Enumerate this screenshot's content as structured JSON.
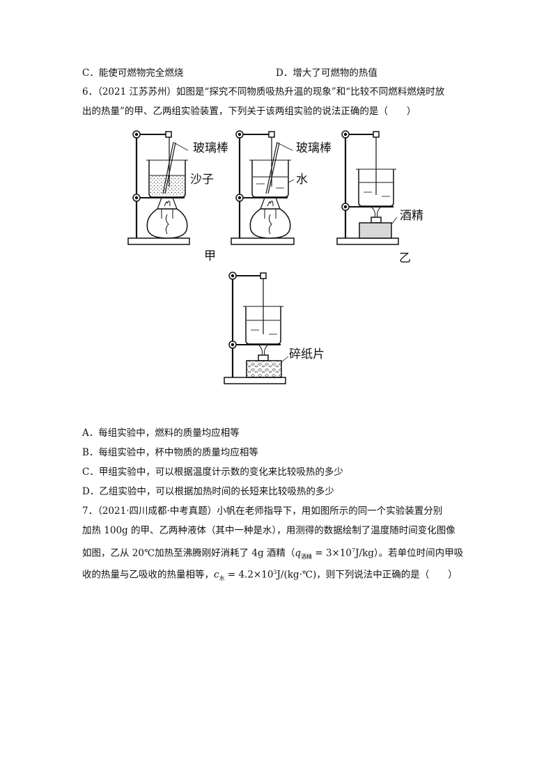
{
  "q5_options": {
    "C": "C．能使可燃物完全燃烧",
    "D": "D．增大了可燃物的热值"
  },
  "q6": {
    "line1": "6．（2021 江苏苏州）如图是“探究不同物质吸热升温的现象”和“比较不同燃料燃烧时放",
    "line2": "出的热量”的甲、乙两组实验装置，下列关于该两组实验的说法正确的是（　　）",
    "figure_labels": {
      "glass_rod_1": "玻璃棒",
      "sand": "沙子",
      "glass_rod_2": "玻璃棒",
      "water": "水",
      "alcohol": "酒精",
      "group_jia": "甲",
      "group_yi": "乙",
      "paper_scraps": "碎纸片"
    },
    "options": [
      "A．每组实验中，燃料的质量均应相等",
      "B．每组实验中，杯中物质的质量均应相等",
      "C．甲组实验中，可以根据温度计示数的变化来比较吸热的多少",
      "D．乙组实验中，可以根据加热时间的长短来比较吸热的多少"
    ]
  },
  "q7": {
    "line1": "7．（2021·四川成都·中考真题）小帆在老师指导下，用如图所示的同一个实验装置分别",
    "line2": "加热 100g 的甲、乙两种液体（其中一种是水），用测得的数据绘制了温度随时间变化图像",
    "line3a": "如图，乙从 20℃加热至沸腾刚好消耗了 4g 酒精（",
    "q_symbol": "q",
    "q_sub": "酒精",
    "q_value_a": " = 3×10",
    "q_exp": "7",
    "q_value_b": "J/kg）。若单位时间内甲吸",
    "line4a": "收的热量与乙吸收的热量相等，",
    "c_symbol": "c",
    "c_sub": "水",
    "c_value_a": " = 4.2×10",
    "c_exp": "3",
    "c_value_b": "J/(kg·℃)，则下列说法中正确的是（　　）"
  }
}
